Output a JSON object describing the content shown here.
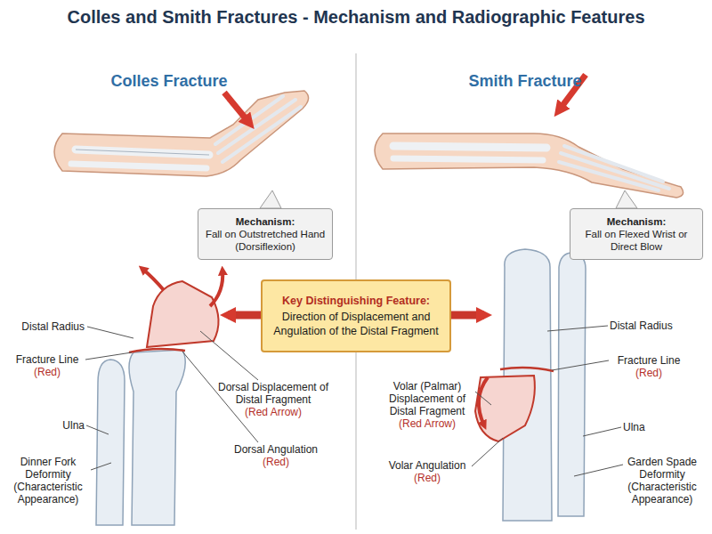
{
  "diagram": {
    "title": "Colles and Smith Fractures - Mechanism and Radiographic Features",
    "nodes": [
      {
        "text": [
          "Mechanism:",
          "Fall on Outstretched Hand (Dorsiflexion)"
        ]
      },
      {
        "text": [
          "Mechanism:",
          "Fall on Flexed Wrist or Direct Blow"
        ]
      },
      {
        "text": [
          "Key Distinguishing Feature:",
          "Direction of Displacement and Angulation of the Distal Fragment"
        ]
      }
    ],
    "labels": [
      "Colles Fracture",
      "Smith Fracture",
      "Distal Radius",
      "Fracture Line",
      "(Red)",
      "Ulna",
      "Dinner Fork Deformity (Characteristic Appearance)",
      "Dorsal Displacement of Distal Fragment",
      "(Red Arrow)",
      "Dorsal Angulation",
      "(Red)",
      "Distal Radius",
      "Fracture Line",
      "(Red)",
      "Volar (Palmar) Displacement of Distal Fragment",
      "(Red Arrow)",
      "Ulna",
      "Volar Angulation",
      "(Red)",
      "Garden Spade Deformity (Characteristic Appearance)"
    ]
  }
}
